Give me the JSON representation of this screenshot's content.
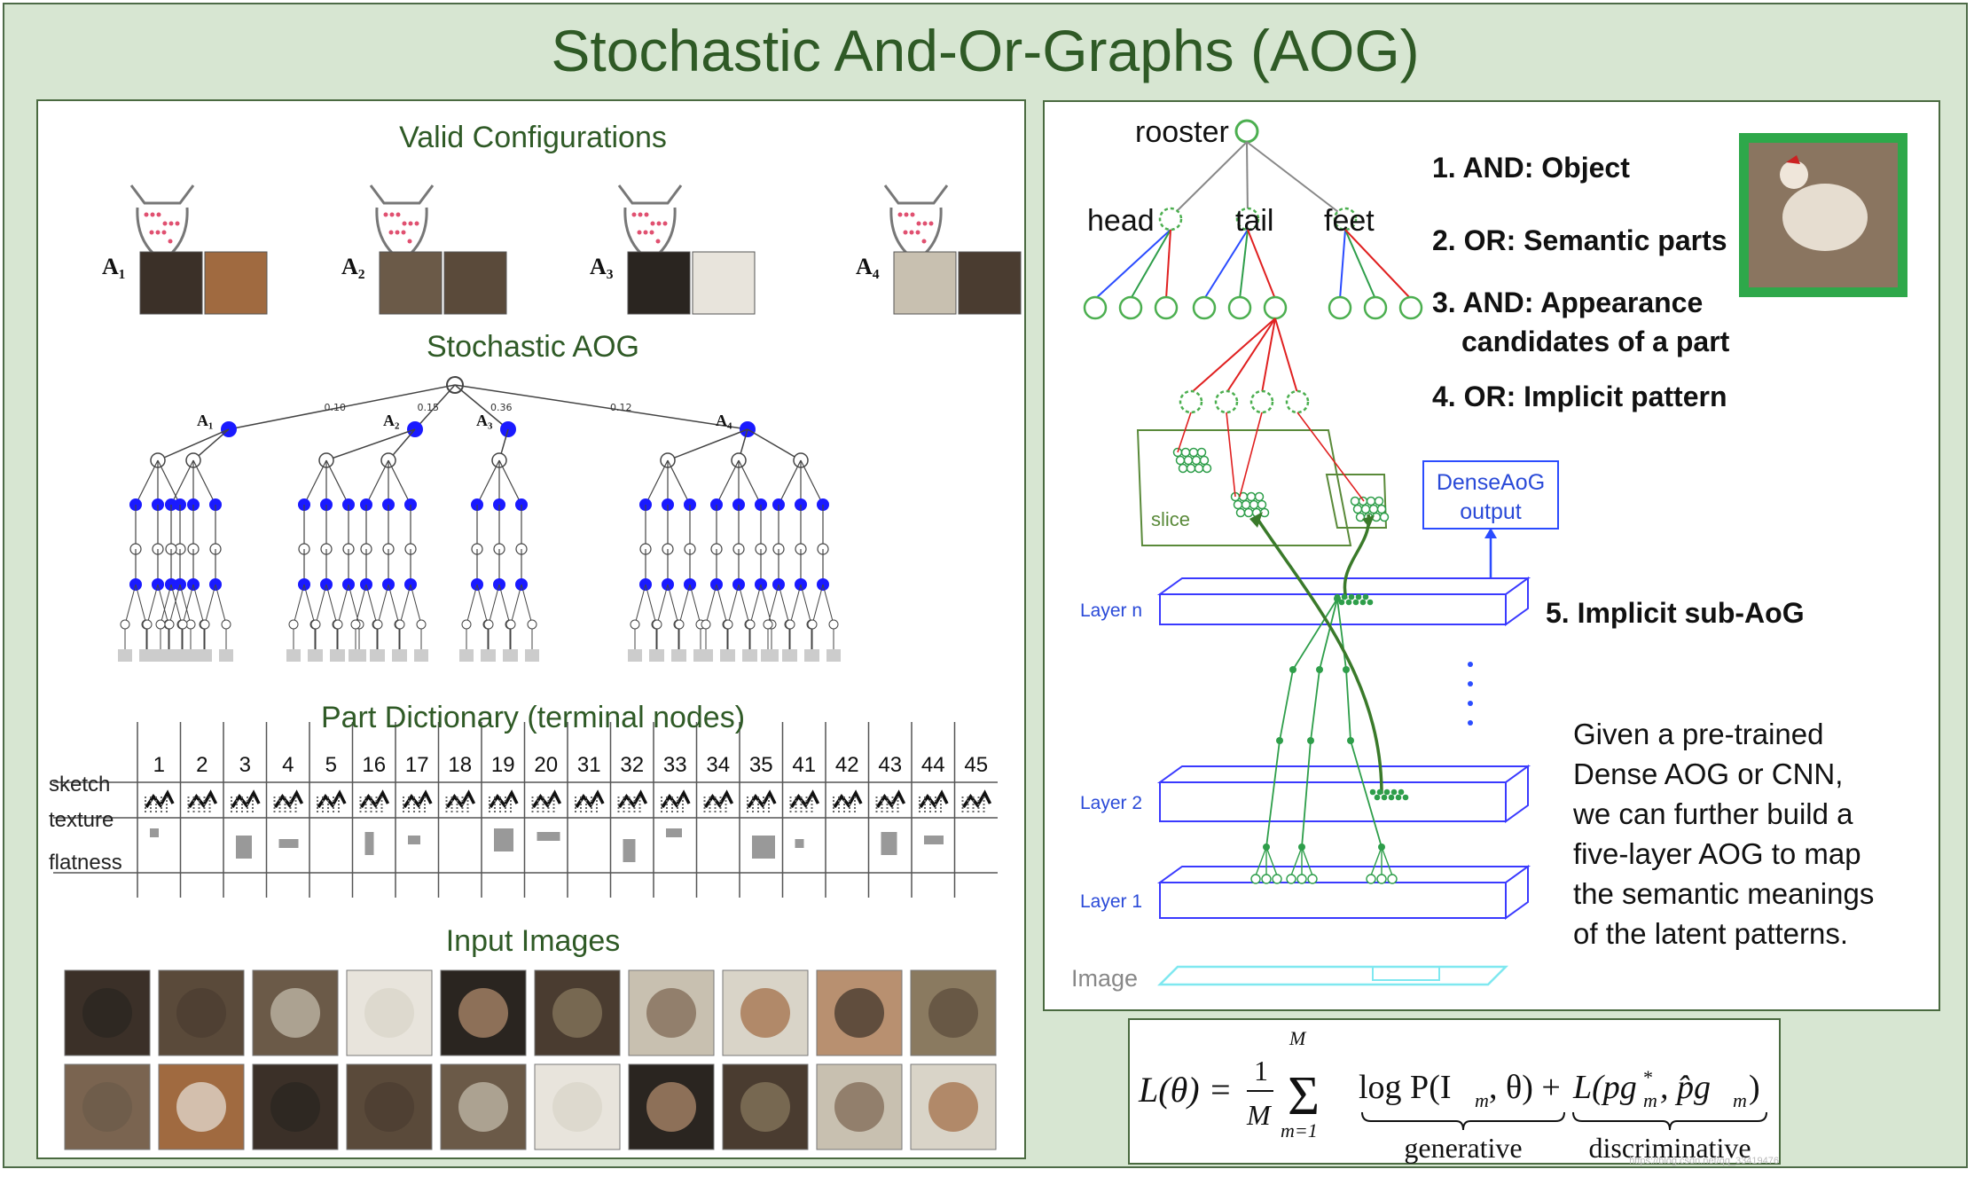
{
  "title": "Stochastic And-Or-Graphs (AOG)",
  "left": {
    "valid_configurations": "Valid Configurations",
    "config_labels": [
      "A₁",
      "A₂",
      "A₃",
      "A₄"
    ],
    "stochastic_aog": "Stochastic  AOG",
    "aog_branch_labels": [
      "A₁",
      "A₂",
      "A₃",
      "A₄"
    ],
    "aog_top_probs": [
      "0.10",
      "0.15",
      "0.36",
      "0.12"
    ],
    "part_dictionary": "Part  Dictionary (terminal nodes)",
    "dict_columns": [
      "1",
      "2",
      "3",
      "4",
      "5",
      "16",
      "17",
      "18",
      "19",
      "20",
      "31",
      "32",
      "33",
      "34",
      "35",
      "41",
      "42",
      "43",
      "44",
      "45"
    ],
    "dict_rows": [
      "sketch",
      "texture",
      "flatness"
    ],
    "input_images": "Input Images"
  },
  "right": {
    "rooster": "rooster",
    "parts": [
      "head",
      "tail",
      "feet"
    ],
    "steps": [
      "1. AND: Object",
      "2. OR: Semantic parts",
      "3. AND: Appearance",
      "candidates of a part",
      "4. OR: Implicit pattern",
      "5. Implicit sub-AoG"
    ],
    "dense_output": [
      "DenseAoG",
      "output"
    ],
    "slice_label": "slice",
    "layers": [
      "Layer n",
      "Layer 2",
      "Layer 1"
    ],
    "image_label": "Image",
    "description": [
      "Given a pre-trained",
      "Dense AOG or CNN,",
      "we can further build a",
      "five-layer AOG to map",
      "the semantic meanings",
      "of the latent patterns."
    ]
  },
  "formula": {
    "lhs": "L(θ) =",
    "frac_num": "1",
    "frac_den": "M",
    "sum_top": "M",
    "sum_bottom": "m=1",
    "term1": "log P(I",
    "term1_sub": "m",
    "term1_end": ", θ) +",
    "term2": "L(pg",
    "term2_sup": "*",
    "term2_sub": "m",
    "term2_mid": ", p̂g",
    "term2_sub2": "m",
    "term2_end": ")",
    "label_generative": "generative",
    "label_discriminative": "discriminative"
  },
  "watermark": "https://blog.csdn.net/qq_33419476",
  "colors": {
    "title": "#2f5a26",
    "and_node": "#1a1aff",
    "graph_green": "#2e9e4a",
    "graph_red": "#e02020",
    "graph_blue": "#2b4cff",
    "layer_blue": "#3a3aff",
    "image_cyan": "#7fe8f0"
  }
}
